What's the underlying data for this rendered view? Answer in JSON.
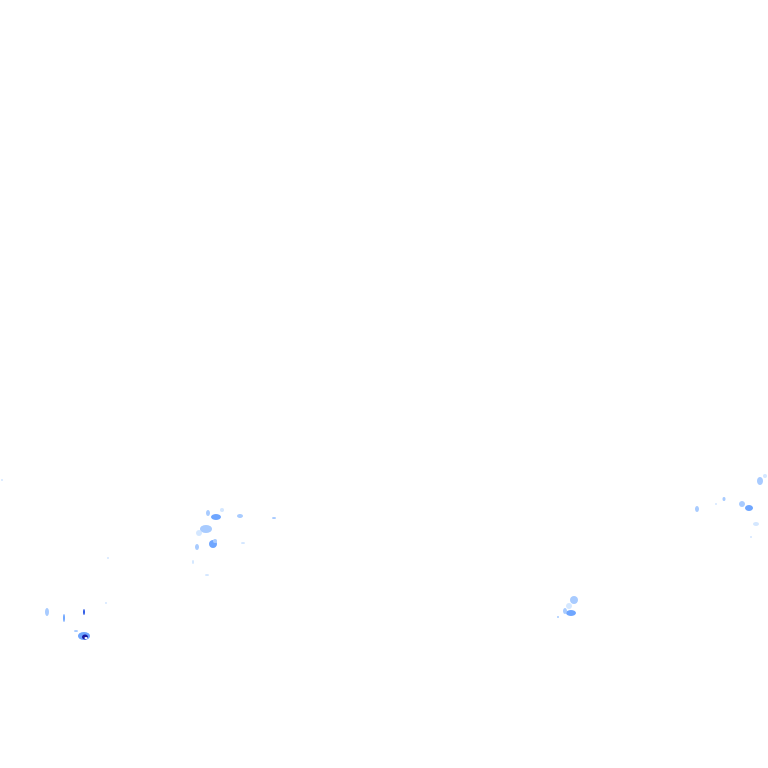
{
  "map": {
    "background": "#ffffff",
    "layer": "precipitation-radar-overlay",
    "intensity_colors": {
      "very_light": "#d4e7ff",
      "light": "#a8cbff",
      "moderate": "#6fa6ff",
      "heavy": "#2f5be6",
      "very_heavy": "#1a1aa0"
    },
    "echo_clusters": [
      {
        "name": "west-central-cluster",
        "max_intensity": "moderate"
      },
      {
        "name": "southwest-cluster",
        "max_intensity": "very_heavy"
      },
      {
        "name": "south-central-cluster",
        "max_intensity": "moderate"
      },
      {
        "name": "east-cluster",
        "max_intensity": "moderate"
      }
    ]
  }
}
